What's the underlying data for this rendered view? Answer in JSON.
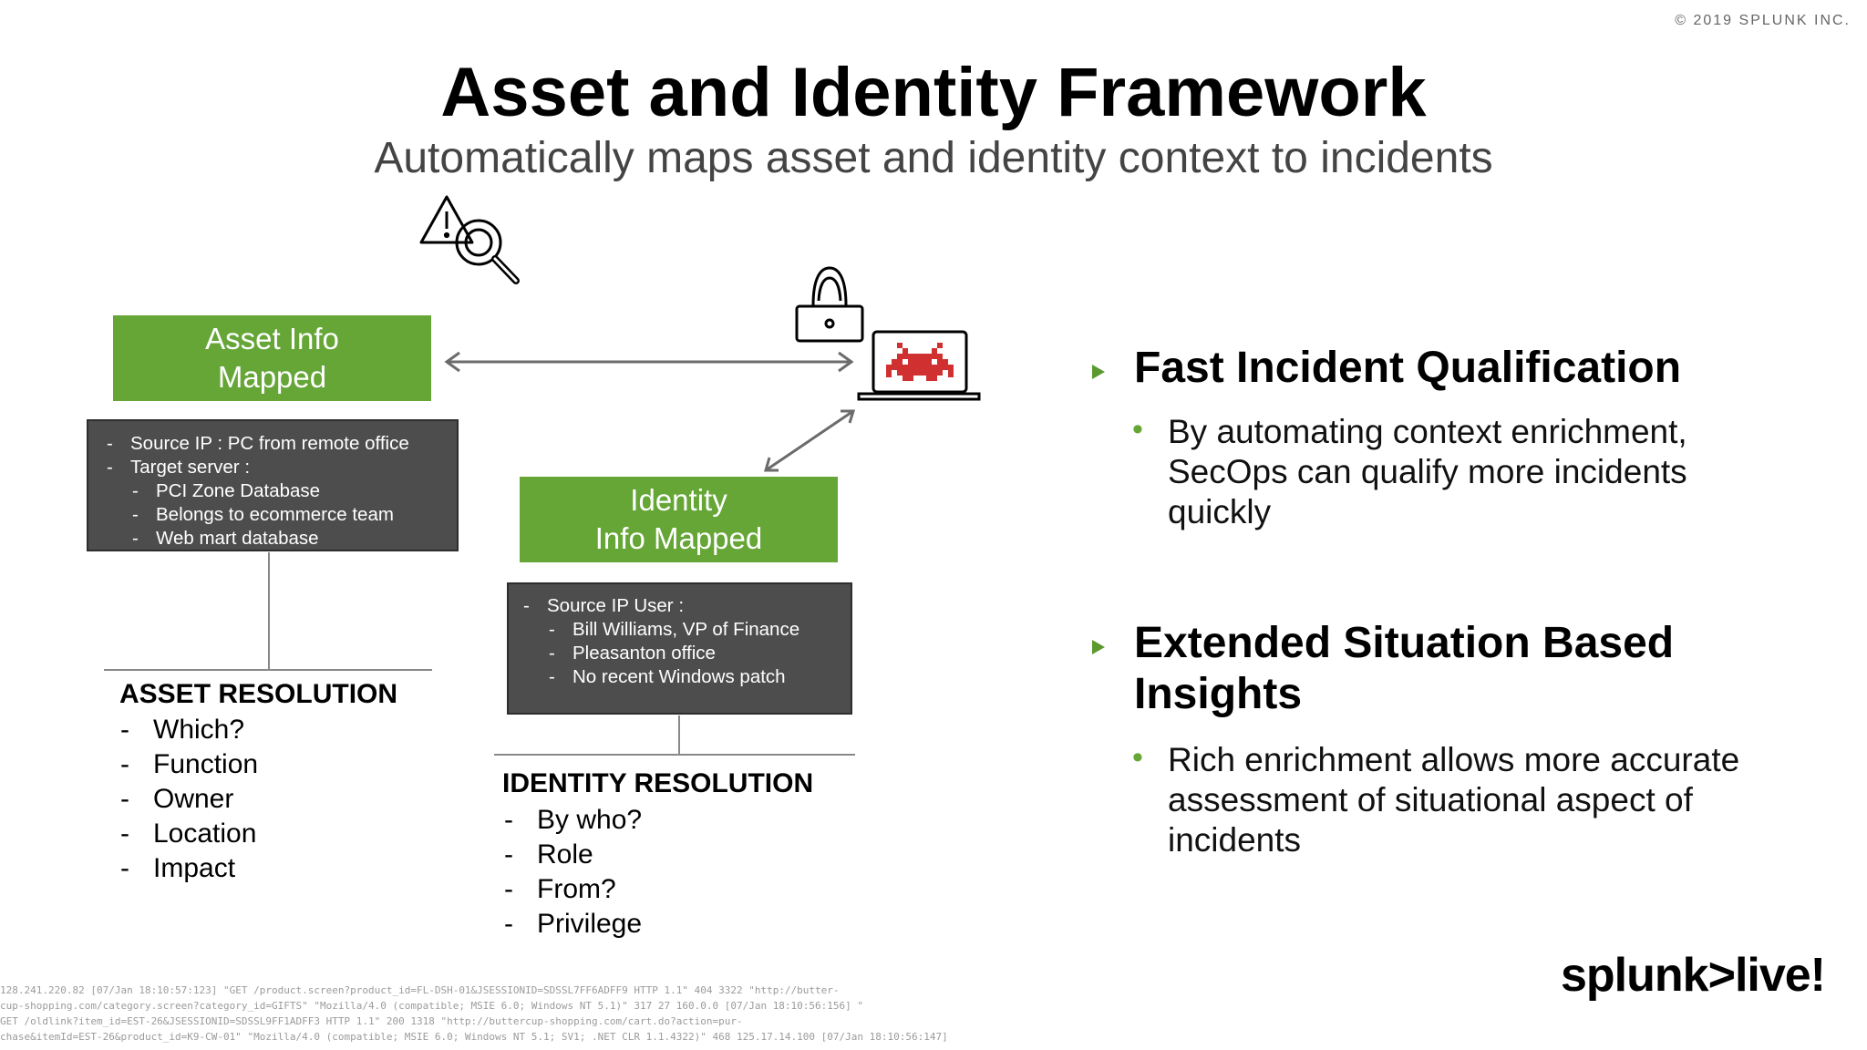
{
  "copyright": "© 2019 SPLUNK INC.",
  "title": "Asset and Identity Framework",
  "subtitle": "Automatically maps asset and identity context to incidents",
  "asset_box": {
    "line1": "Asset Info",
    "line2": "Mapped"
  },
  "asset_details": [
    {
      "text": "Source IP :  PC from remote office",
      "level": 1
    },
    {
      "text": "Target server :",
      "level": 1
    },
    {
      "text": "PCI Zone Database",
      "level": 2
    },
    {
      "text": "Belongs to ecommerce team",
      "level": 2
    },
    {
      "text": "Web mart database",
      "level": 2
    }
  ],
  "asset_resolution": {
    "title": "ASSET RESOLUTION",
    "items": [
      "Which?",
      "Function",
      "Owner",
      "Location",
      "Impact"
    ]
  },
  "identity_box": {
    "line1": "Identity",
    "line2": "Info Mapped"
  },
  "identity_details": [
    {
      "text": "Source IP User :",
      "level": 1
    },
    {
      "text": "Bill Williams, VP of Finance",
      "level": 2
    },
    {
      "text": "Pleasanton office",
      "level": 2
    },
    {
      "text": "No recent Windows patch",
      "level": 2
    }
  ],
  "identity_resolution": {
    "title": "IDENTITY RESOLUTION",
    "items": [
      "By who?",
      "Role",
      "From?",
      "Privilege"
    ]
  },
  "points": [
    {
      "heading_lines": [
        "Fast Incident Qualification"
      ],
      "detail_lines": [
        "By automating context enrichment,",
        "SecOps can qualify more incidents",
        "quickly"
      ]
    },
    {
      "heading_lines": [
        "Extended Situation Based",
        "Insights"
      ],
      "detail_lines": [
        "Rich enrichment allows more accurate",
        "assessment of situational aspect of",
        "incidents"
      ]
    }
  ],
  "logo": "splunk>live!",
  "log_lines": [
    "128.241.220.82 [07/Jan 18:10:57:123] \"GET /product.screen?product_id=FL-DSH-01&JSESSIONID=SDSSL7FF6ADFF9 HTTP 1.1\" 404 3322 \"http://butter-",
    "cup-shopping.com/category.screen?category_id=GIFTS\" \"Mozilla/4.0 (compatible; MSIE 6.0; Windows NT 5.1)\" 317 27 160.0.0 [07/Jan 18:10:56:156] \"",
    "GET /oldlink?item_id=EST-26&JSESSIONID=SDSSL9FF1ADFF3 HTTP 1.1\" 200 1318 \"http://buttercup-shopping.com/cart.do?action=pur-",
    "chase&itemId=EST-26&product_id=K9-CW-01\" \"Mozilla/4.0 (compatible; MSIE 6.0; Windows NT 5.1; SV1; .NET CLR 1.1.4322)\" 468 125.17.14.100 [07/Jan 18:10:56:147]"
  ],
  "colors": {
    "green": "#65a637",
    "dark_box": "#4d4d4d",
    "arrow": "#6b6b6b"
  },
  "icons": [
    "warning-magnifier-icon",
    "hacker-laptop-icon",
    "space-invader-laptop-icon"
  ]
}
